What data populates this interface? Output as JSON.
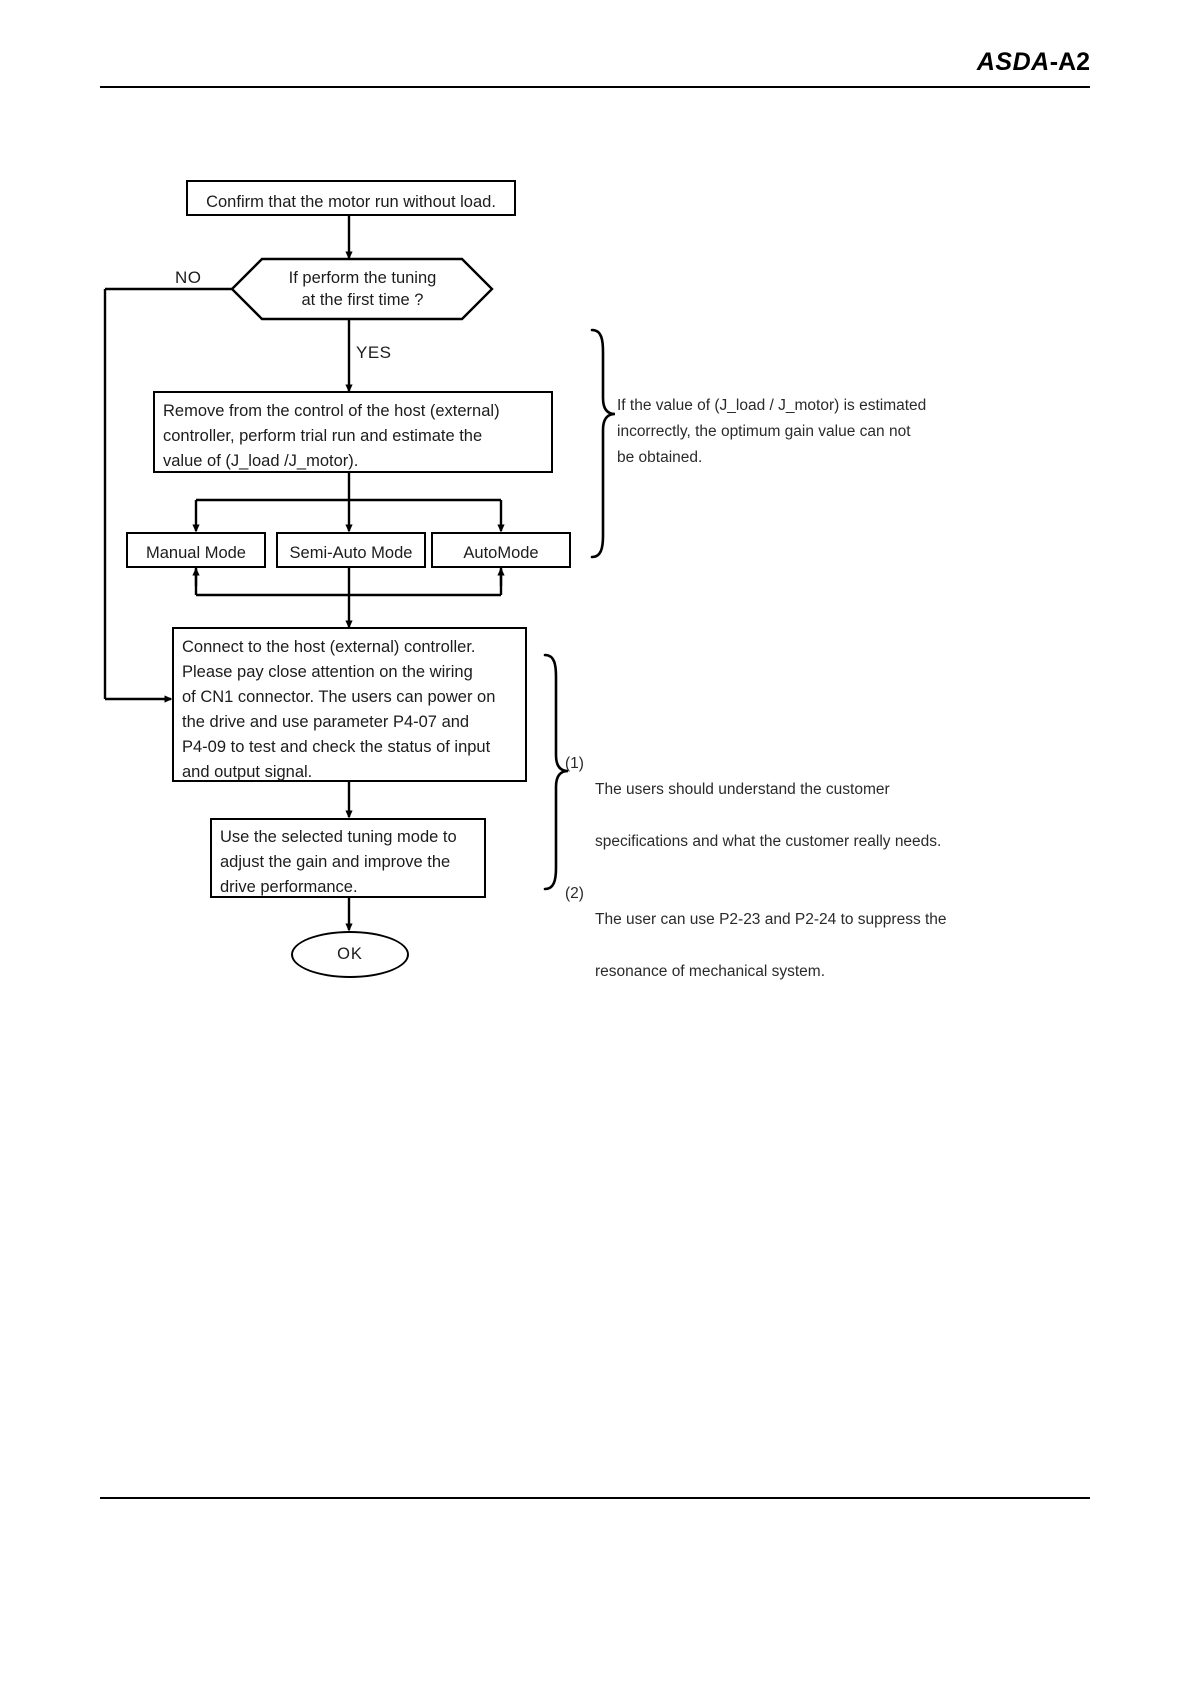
{
  "header": {
    "brand_italic": "ASDA",
    "brand_suffix": "-A2"
  },
  "flowchart": {
    "title": "Tuning procedure flowchart",
    "nodes": {
      "start": "Confirm that the motor run without load.",
      "decision": "If perform the tuning\nat the first time ?",
      "estimate": "Remove from the control of the host (external)\ncontroller, perform trial run and estimate the\nvalue of (J_load /J_motor).",
      "mode_manual": "Manual Mode",
      "mode_semi": "Semi-Auto Mode",
      "mode_auto": "AutoMode",
      "connect": "Connect to the host (external) controller.\nPlease pay close attention on the wiring\nof CN1 connector. The users can power on\nthe drive and use parameter P4-07 and\nP4-09 to test and check the status of input\nand output signal.",
      "tune": "Use the selected tuning mode to\nadjust the gain and improve the\ndrive performance.",
      "end": "OK"
    },
    "edge_labels": {
      "no": "NO",
      "yes": "YES"
    }
  },
  "notes": {
    "note1": "If the value of (J_load / J_motor) is estimated\nincorrectly, the optimum gain value can not\nbe obtained.",
    "note2_item1_marker": "(1)",
    "note2_item1_line1": "The users should understand the customer",
    "note2_item1_line2": "specifications and what the customer really needs.",
    "note2_item2_marker": "(2)",
    "note2_item2_line1": "The user can use P2-23 and P2-24 to suppress the",
    "note2_item2_line2": "resonance of mechanical system."
  },
  "colors": {
    "ink": "#1a1a1a",
    "line": "#000000",
    "page": "#ffffff"
  }
}
